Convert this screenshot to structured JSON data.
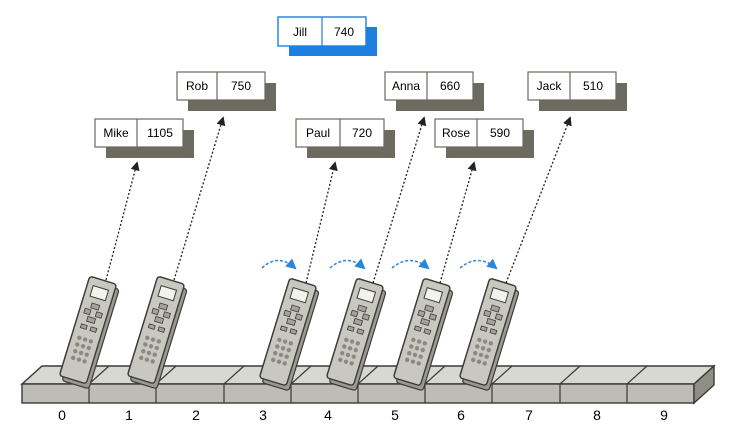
{
  "selected_record": {
    "name": "Jill",
    "value": "740"
  },
  "records": [
    {
      "name": "Rob",
      "value": "750"
    },
    {
      "name": "Anna",
      "value": "660"
    },
    {
      "name": "Jack",
      "value": "510"
    },
    {
      "name": "Mike",
      "value": "1105"
    },
    {
      "name": "Paul",
      "value": "720"
    },
    {
      "name": "Rose",
      "value": "590"
    }
  ],
  "slots": [
    "0",
    "1",
    "2",
    "3",
    "4",
    "5",
    "6",
    "7",
    "8",
    "9"
  ],
  "colors": {
    "selected_record": "#1f7fe0",
    "record_shadow": "#6b6b60",
    "pointer_arrow": "#222222",
    "shift_arrow": "#2b86d9",
    "tray_fill": "#b9b9b2",
    "device_body": "#c4c4bd"
  },
  "icon_names": [
    "remote-device-icon",
    "shift-arrow-icon",
    "pointer-arrow-icon"
  ]
}
